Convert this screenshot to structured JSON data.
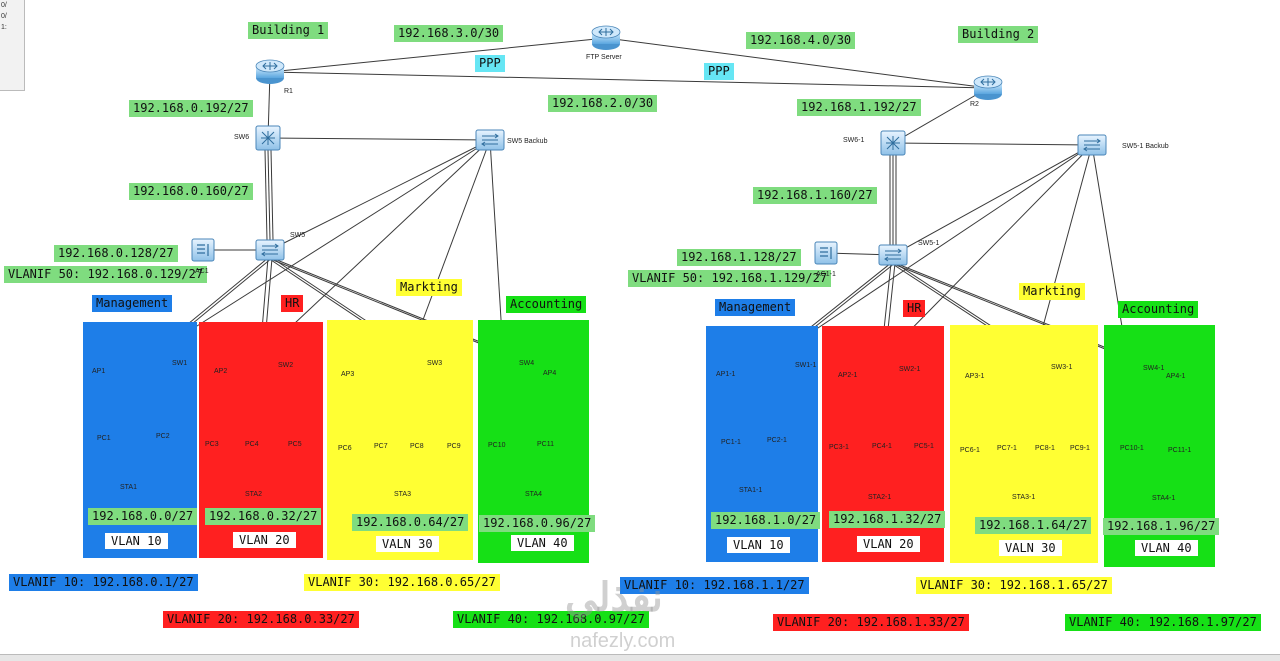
{
  "sidebar": {
    "fragments": [
      "0/",
      "0/",
      "1:"
    ]
  },
  "headers": {
    "building1": "Building 1",
    "building2": "Building 2"
  },
  "wan": {
    "b1_ftp": "192.168.3.0/30",
    "b2_ftp": "192.168.4.0/30",
    "r1_r2": "192.168.2.0/30",
    "ppp": "PPP"
  },
  "devices": {
    "ftp": "FTP Server",
    "r1": "R1",
    "r2": "R2",
    "sw6": "SW6",
    "sw6_1": "SW6-1",
    "sw5_backup": "SW5 Backub",
    "sw5_1_backup": "SW5-1 Backub",
    "sw5": "SW5",
    "sw5_1": "SW5-1",
    "ac1": "AC1",
    "ac1_1": "AC1-1"
  },
  "b1": {
    "net_192": "192.168.0.192/27",
    "net_160": "192.168.0.160/27",
    "net_128": "192.168.0.128/27",
    "vlanif50": "VLANIF 50: 192.168.0.129/27",
    "vlanif10": "VLANIF 10: 192.168.0.1/27",
    "vlanif20": "VLANIF 20: 192.168.0.33/27",
    "vlanif30": "VLANIF 30: 192.168.0.65/27",
    "vlanif40": "VLANIF 40: 192.168.0.97/27",
    "zones": [
      {
        "name": "Management",
        "subnet": "192.168.0.0/27",
        "vlan": "VLAN 10",
        "ap": "AP1",
        "sw": "SW1",
        "pcs": [
          "PC1",
          "PC2"
        ],
        "sta": "STA1"
      },
      {
        "name": "HR",
        "subnet": "192.168.0.32/27",
        "vlan": "VLAN 20",
        "ap": "AP2",
        "sw": "SW2",
        "pcs": [
          "PC3",
          "PC4",
          "PC5"
        ],
        "sta": "STA2"
      },
      {
        "name": "Markting",
        "subnet": "192.168.0.64/27",
        "vlan": "VALN 30",
        "ap": "AP3",
        "sw": "SW3",
        "pcs": [
          "PC6",
          "PC7",
          "PC8",
          "PC9"
        ],
        "sta": "STA3"
      },
      {
        "name": "Accounting",
        "subnet": "192.168.0.96/27",
        "vlan": "VLAN 40",
        "ap": "AP4",
        "sw": "SW4",
        "pcs": [
          "PC10",
          "PC11"
        ],
        "sta": "STA4"
      }
    ]
  },
  "b2": {
    "net_192": "192.168.1.192/27",
    "net_160": "192.168.1.160/27",
    "net_128": "192.168.1.128/27",
    "vlanif50": "VLANIF 50: 192.168.1.129/27",
    "vlanif10": "VLANIF 10: 192.168.1.1/27",
    "vlanif20": "VLANIF 20: 192.168.1.33/27",
    "vlanif30": "VLANIF 30: 192.168.1.65/27",
    "vlanif40": "VLANIF 40: 192.168.1.97/27",
    "zones": [
      {
        "name": "Management",
        "subnet": "192.168.1.0/27",
        "vlan": "VLAN 10",
        "ap": "AP1-1",
        "sw": "SW1-1",
        "pcs": [
          "PC1-1",
          "PC2-1"
        ],
        "sta": "STA1-1"
      },
      {
        "name": "HR",
        "subnet": "192.168.1.32/27",
        "vlan": "VLAN 20",
        "ap": "AP2-1",
        "sw": "SW2-1",
        "pcs": [
          "PC3-1",
          "PC4-1",
          "PC5-1"
        ],
        "sta": "STA2-1"
      },
      {
        "name": "Markting",
        "subnet": "192.168.1.64/27",
        "vlan": "VALN 30",
        "ap": "AP3-1",
        "sw": "SW3-1",
        "pcs": [
          "PC6-1",
          "PC7-1",
          "PC8-1",
          "PC9-1"
        ],
        "sta": "STA3-1"
      },
      {
        "name": "Accounting",
        "subnet": "192.168.1.96/27",
        "vlan": "VLAN 40",
        "ap": "AP4-1",
        "sw": "SW4-1",
        "pcs": [
          "PC10-1",
          "PC11-1"
        ],
        "sta": "STA4-1"
      }
    ]
  },
  "watermark": {
    "arabic": "نفذلي",
    "latin": "nafezly.com"
  },
  "colors": {
    "green_label": "#7fdc7f",
    "management": "#1e7ee8",
    "hr": "#ff2020",
    "marketing": "#ffff33",
    "accounting": "#16e016",
    "ppp": "#66e6f4",
    "link": "#3a3a3a"
  }
}
